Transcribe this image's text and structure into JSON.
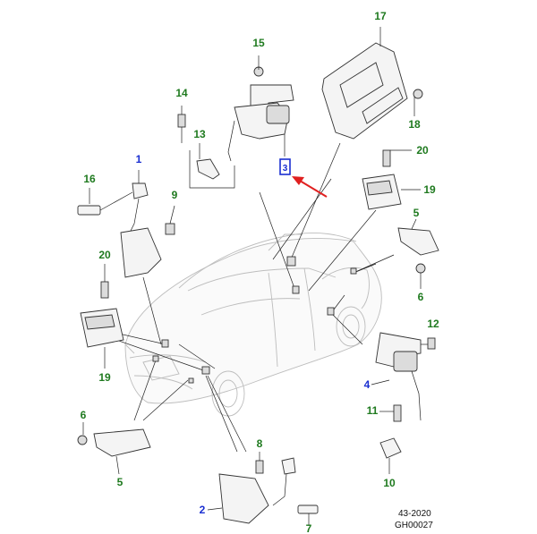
{
  "callouts": {
    "c1": "1",
    "c2": "2",
    "c3": "3",
    "c4": "4",
    "c5a": "5",
    "c5b": "5",
    "c6a": "6",
    "c6b": "6",
    "c7": "7",
    "c8": "8",
    "c9": "9",
    "c10": "10",
    "c11": "11",
    "c12": "12",
    "c13": "13",
    "c14": "14",
    "c15": "15",
    "c16": "16",
    "c17": "17",
    "c18": "18",
    "c19a": "19",
    "c19b": "19",
    "c20a": "20",
    "c20b": "20"
  },
  "colors": {
    "callout_green": "#1f7a1f",
    "callout_blue": "#1a2fd1",
    "highlight_border": "#1a2fd1",
    "arrow": "#e02020"
  },
  "footer": {
    "line1": "43-2020",
    "line2": "GH00027"
  }
}
